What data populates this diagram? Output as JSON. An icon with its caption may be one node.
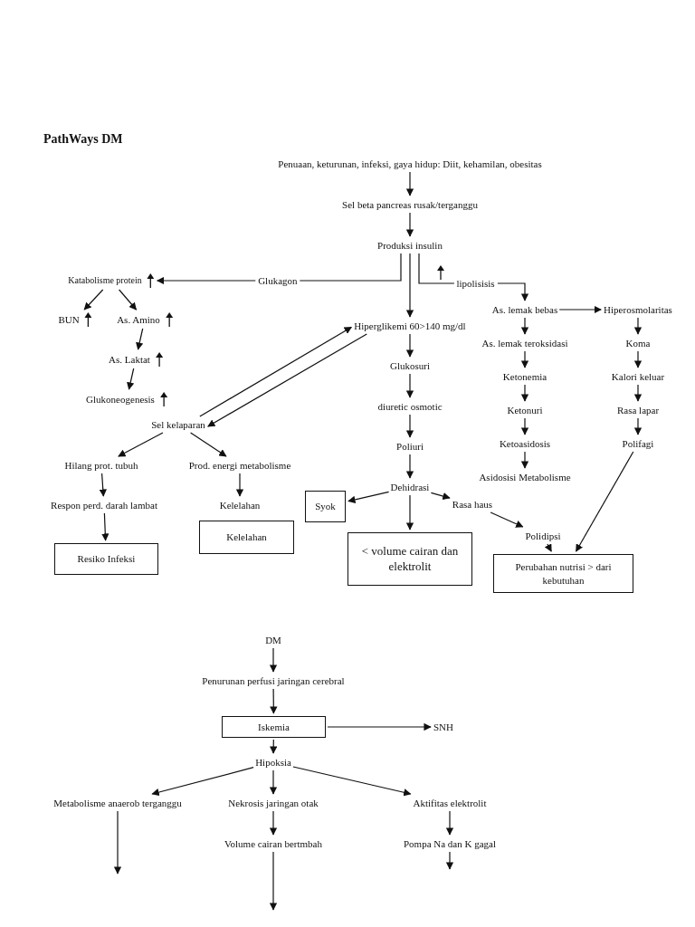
{
  "diagram": {
    "title": "PathWays DM",
    "nodes": [
      {
        "text": [
          "Penuaan, keturunan, infeksi, gaya hidup: Diit, kehamilan, obesitas"
        ]
      },
      {
        "text": [
          "Sel beta pancreas rusak/terganggu"
        ]
      },
      {
        "text": [
          "Produksi insulin"
        ]
      },
      {
        "text": [
          "Katabolisme protein"
        ]
      },
      {
        "text": [
          "BUN"
        ]
      },
      {
        "text": [
          "As. Amino"
        ]
      },
      {
        "text": [
          "As. Laktat"
        ]
      },
      {
        "text": [
          "Glukoneogenesis"
        ]
      },
      {
        "text": [
          "Hiperglikemi 60>140 mg/dl"
        ]
      },
      {
        "text": [
          "Glukosuri"
        ]
      },
      {
        "text": [
          "diuretic osmotic"
        ]
      },
      {
        "text": [
          "Poliuri"
        ]
      },
      {
        "text": [
          "Dehidrasi"
        ]
      },
      {
        "text": [
          "Sel kelaparan"
        ]
      },
      {
        "text": [
          "Hilang prot. tubuh"
        ]
      },
      {
        "text": [
          "Prod. energi metabolisme"
        ]
      },
      {
        "text": [
          "Respon perd. darah lambat"
        ]
      },
      {
        "text": [
          "Kelelahan"
        ]
      },
      {
        "text": [
          "Resiko Infeksi"
        ]
      },
      {
        "text": [
          "Kelelahan"
        ]
      },
      {
        "text": [
          "Syok"
        ]
      },
      {
        "text": [
          "< volume cairan dan elektrolit"
        ]
      },
      {
        "text": [
          "Rasa haus"
        ]
      },
      {
        "text": [
          "Polidipsi"
        ]
      },
      {
        "text": [
          "As. lemak bebas"
        ]
      },
      {
        "text": [
          "As. lemak teroksidasi"
        ]
      },
      {
        "text": [
          "Ketonemia"
        ]
      },
      {
        "text": [
          "Ketonuri"
        ]
      },
      {
        "text": [
          "Ketoasidosis"
        ]
      },
      {
        "text": [
          "Asidosisi Metabolisme"
        ]
      },
      {
        "text": [
          "Hiperosmolaritas"
        ]
      },
      {
        "text": [
          "Koma"
        ]
      },
      {
        "text": [
          "Kalori keluar"
        ]
      },
      {
        "text": [
          "Rasa lapar"
        ]
      },
      {
        "text": [
          "Polifagi"
        ]
      },
      {
        "text": [
          "Perubahan nutrisi > dari kebutuhan"
        ]
      },
      {
        "text": [
          "DM"
        ]
      },
      {
        "text": [
          "Penurunan perfusi jaringan cerebral"
        ]
      },
      {
        "text": [
          "Iskemia"
        ]
      },
      {
        "text": [
          "SNH"
        ]
      },
      {
        "text": [
          "Hipoksia"
        ]
      },
      {
        "text": [
          "Metabolisme anaerob terganggu"
        ]
      },
      {
        "text": [
          "Nekrosis jaringan otak"
        ]
      },
      {
        "text": [
          "Aktifitas elektrolit"
        ]
      },
      {
        "text": [
          "Volume cairan bertmbah"
        ]
      },
      {
        "text": [
          "Pompa Na dan K gagal"
        ]
      }
    ],
    "edges": [
      {
        "from": 0,
        "to": 1,
        "arrow": "to"
      },
      {
        "from": 1,
        "to": 2,
        "arrow": "to"
      },
      {
        "from": 2,
        "to": 3,
        "arrow": "to",
        "label": "Glukagon"
      },
      {
        "from": 2,
        "to": 24,
        "arrow": "to",
        "label": "lipolisisis"
      },
      {
        "from": 2,
        "to": 8,
        "arrow": "to"
      },
      {
        "from": 3,
        "to": 4,
        "arrow": "to"
      },
      {
        "from": 3,
        "to": 5,
        "arrow": "to"
      },
      {
        "from": 5,
        "to": 6,
        "arrow": "to"
      },
      {
        "from": 6,
        "to": 7,
        "arrow": "to"
      },
      {
        "from": 13,
        "to": 8,
        "arrow": "to"
      },
      {
        "from": 8,
        "to": 13,
        "arrow": "to"
      },
      {
        "from": 8,
        "to": 9,
        "arrow": "to"
      },
      {
        "from": 9,
        "to": 10,
        "arrow": "to"
      },
      {
        "from": 10,
        "to": 11,
        "arrow": "to"
      },
      {
        "from": 11,
        "to": 12,
        "arrow": "to"
      },
      {
        "from": 12,
        "to": 21,
        "arrow": "to"
      },
      {
        "from": 12,
        "to": 20,
        "arrow": "to"
      },
      {
        "from": 12,
        "to": 22,
        "arrow": "to"
      },
      {
        "from": 22,
        "to": 23,
        "arrow": "to"
      },
      {
        "from": 23,
        "to": 35,
        "arrow": "to"
      },
      {
        "from": 13,
        "to": 14,
        "arrow": "to"
      },
      {
        "from": 13,
        "to": 15,
        "arrow": "to"
      },
      {
        "from": 14,
        "to": 16,
        "arrow": "to"
      },
      {
        "from": 16,
        "to": 18,
        "arrow": "to"
      },
      {
        "from": 15,
        "to": 17,
        "arrow": "to"
      },
      {
        "from": 24,
        "to": 25,
        "arrow": "to"
      },
      {
        "from": 25,
        "to": 26,
        "arrow": "to"
      },
      {
        "from": 26,
        "to": 27,
        "arrow": "to"
      },
      {
        "from": 27,
        "to": 28,
        "arrow": "to"
      },
      {
        "from": 28,
        "to": 29,
        "arrow": "to"
      },
      {
        "from": 24,
        "to": 30,
        "arrow": "to"
      },
      {
        "from": 30,
        "to": 31,
        "arrow": "to"
      },
      {
        "from": 31,
        "to": 32,
        "arrow": "to"
      },
      {
        "from": 32,
        "to": 33,
        "arrow": "to"
      },
      {
        "from": 33,
        "to": 34,
        "arrow": "to"
      },
      {
        "from": 34,
        "to": 35,
        "arrow": "to"
      },
      {
        "from": 36,
        "to": 37,
        "arrow": "to"
      },
      {
        "from": 37,
        "to": 38,
        "arrow": "to"
      },
      {
        "from": 38,
        "to": 39,
        "arrow": "to"
      },
      {
        "from": 38,
        "to": 40,
        "arrow": "to"
      },
      {
        "from": 40,
        "to": 41,
        "arrow": "to"
      },
      {
        "from": 40,
        "to": 42,
        "arrow": "to"
      },
      {
        "from": 40,
        "to": 43,
        "arrow": "to"
      },
      {
        "from": 42,
        "to": 44,
        "arrow": "to"
      },
      {
        "from": 43,
        "to": 45,
        "arrow": "to"
      },
      {
        "from": 41,
        "to": null,
        "arrow": "to"
      },
      {
        "from": 44,
        "to": null,
        "arrow": "to"
      },
      {
        "from": 45,
        "to": null,
        "arrow": "to"
      }
    ]
  }
}
